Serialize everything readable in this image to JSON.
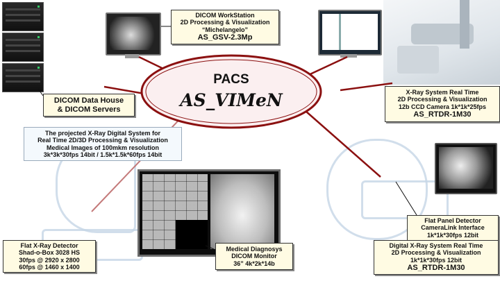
{
  "center": {
    "title": "PACS",
    "name": "AS_VIMeN"
  },
  "boxes": {
    "data_house": [
      "DICOM Data House",
      "& DICOM Servers"
    ],
    "workstation": [
      "DICOM WorkStation",
      "2D Processing & Visualization",
      "“Michelangelo”",
      "AS_GSV-2.3Mp"
    ],
    "xray_ccd": [
      "X-Ray System Real Time",
      "2D Processing & Visualization",
      "12b CCD Camera 1k*1k*25fps",
      "AS_RTDR-1M30"
    ],
    "projected": [
      "The projected X-Ray Digital System for",
      "Real Time 2D/3D Processing & Visualization",
      "Medical Images of 100mkm resolution",
      "3k*3k*30fps 14bit / 1.5k*1.5k*60fps 14bit"
    ],
    "flat_detector": [
      "Flat X-Ray Detector",
      "Shad-o-Box 3028 HS",
      "30fps @ 2920 x 2800",
      "60fps @ 1460 x 1400"
    ],
    "diagnosys": [
      "Medical Diagnosys",
      "DICOM Monitor",
      "36” 4k*2k*14b"
    ],
    "flat_panel": [
      "Flat Panel Detector",
      "CameraLink Interface",
      "1k*1k*30fps 12bit"
    ],
    "digital_xray": [
      "Digital X-Ray System Real Time",
      "2D Processing & Visualization",
      "1k*1k*30fps 12bit",
      "AS_RTDR-1M30"
    ]
  },
  "colors": {
    "link": "#8b1010",
    "ellipse_fill": "#fbeff0",
    "box_fill": "#fffbe3"
  }
}
